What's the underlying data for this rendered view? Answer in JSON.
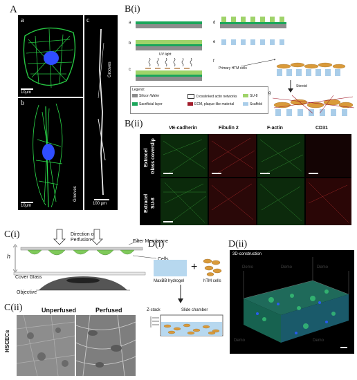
{
  "panel_labels": {
    "A": "A",
    "A_a": "a",
    "A_b": "b",
    "A_c": "c",
    "Bi": "B(i)",
    "Bii": "B(ii)",
    "Ci": "C(i)",
    "Cii": "C(ii)",
    "Di": "D(i)",
    "Dii": "D(ii)",
    "Bi_a": "a",
    "Bi_b": "b",
    "Bi_c": "c",
    "Bi_d": "d",
    "Bi_e": "e",
    "Bi_f": "f",
    "Bi_g": "g"
  },
  "A": {
    "scale_a": "10μm",
    "scale_b": "10μm",
    "scale_c": "100 μm",
    "grooves_b": "Grooves",
    "grooves_c": "Grooves"
  },
  "Bi": {
    "uv_light": "UV light",
    "primary_cells": "Primary HTM cells",
    "steroid": "Steroid",
    "legend": {
      "title": "Legend:",
      "items": [
        {
          "label": "Silicon Wafer",
          "color": "#8c8c8c"
        },
        {
          "label": "Crosslinked actin networks",
          "color": "#ffffff"
        },
        {
          "label": "SU-8",
          "color": "#9fd36a"
        },
        {
          "label": "Sacrificial layer",
          "color": "#1aa65a"
        },
        {
          "label": "ECM, plaque-like material",
          "color": "#a11b2a"
        },
        {
          "label": "Scaffold",
          "color": "#a9cde9"
        }
      ]
    }
  },
  "Bii": {
    "columns": [
      "VE-cadherin",
      "Fibulin 2",
      "F-actin",
      "CD31"
    ],
    "rows": [
      "Extracel\nGlass coverslip",
      "Extracel\nSU-8"
    ],
    "row1": "Extracel",
    "row1b": "Glass coverslip",
    "row2": "Extracel",
    "row2b": "SU-8"
  },
  "Ci": {
    "direction": "Direction of",
    "perfusion": "Perfusion",
    "filter": "Filter Membrane",
    "cells": "Cells",
    "h": "h",
    "cover_glass": "Cover Glass",
    "objective": "Objective"
  },
  "Cii": {
    "unperfused": "Unperfused",
    "perfused": "Perfused",
    "row": "HSCECs"
  },
  "Di": {
    "hydrogel": "MaxBB hydrogel",
    "plus": "+",
    "htm": "hTM cells",
    "zstack": "Z-stack",
    "chamber": "Slide chamber"
  },
  "Dii": {
    "title": "3D-construction",
    "watermark": "Demo"
  },
  "colors": {
    "green": "#22c55e",
    "blue": "#3b6cff",
    "red": "#c8102e",
    "su8": "#9fd36a",
    "sac": "#1aa65a",
    "wafer": "#8c8c8c",
    "scaffold": "#a9cde9",
    "cell": "#d99a3a"
  }
}
